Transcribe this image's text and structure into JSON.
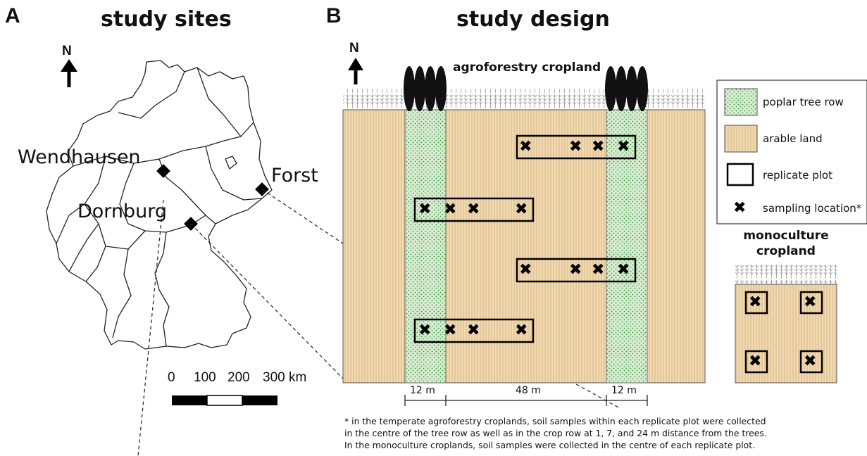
{
  "panel_a": {
    "letter": "A",
    "title": "study sites",
    "north": "N",
    "sites": [
      "Wendhausen",
      "Dornburg",
      "Forst"
    ],
    "scale": {
      "ticks": [
        "0",
        "100",
        "200",
        "300 km"
      ]
    }
  },
  "panel_b": {
    "letter": "B",
    "title": "study design",
    "north": "N",
    "agroforestry_title": "agroforestry cropland",
    "monoculture_title": [
      "monoculture",
      "cropland"
    ],
    "dimensions": [
      "12 m",
      "48 m",
      "12 m"
    ],
    "legend": [
      {
        "label": "poplar tree row",
        "swatch": "tree-row"
      },
      {
        "label": "arable land",
        "swatch": "arable"
      },
      {
        "label": "replicate plot",
        "swatch": "plot"
      },
      {
        "label": "sampling location*",
        "swatch": "cross"
      }
    ],
    "footnote": [
      "* in the temperate agroforestry croplands, soil samples within each replicate plot were collected",
      "in the centre of the tree row as well as in the crop row at 1, 7, and 24 m distance from the trees.",
      "In the monoculture croplands, soil samples were collected in the centre of each replicate plot."
    ],
    "cross_symbol": "✖"
  },
  "colors": {
    "arable": "#f2d9b0",
    "tree_row": "#cfe8c4",
    "tree_dot": "#3f9a4a",
    "tree": "#111111"
  }
}
